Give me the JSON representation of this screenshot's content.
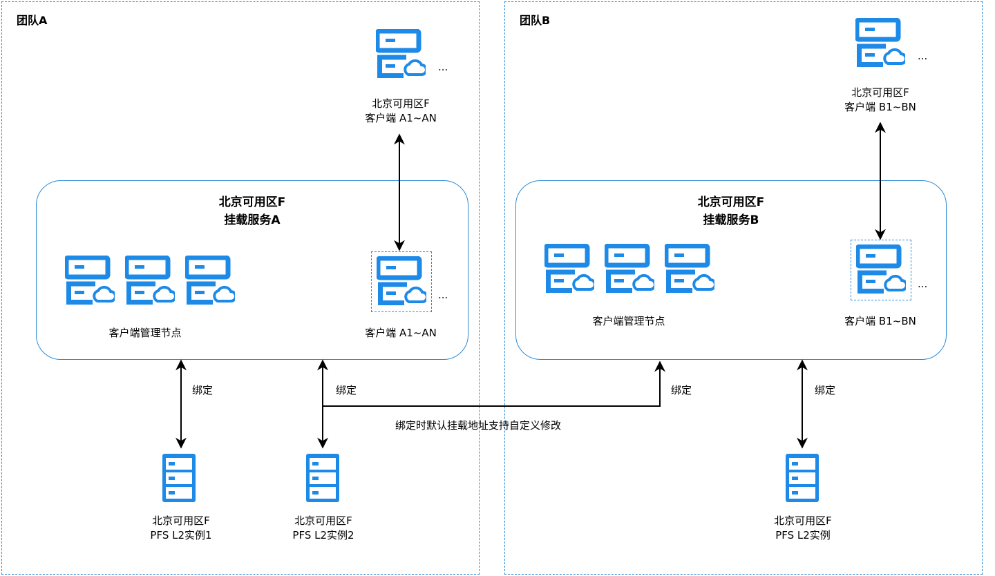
{
  "colors": {
    "accent": "#1e8ae8",
    "border": "#2b8bd6",
    "line": "#000000"
  },
  "teams": [
    {
      "title": "团队A",
      "top_client": {
        "lines": [
          "北京可用区F",
          "客户端 A1~AN"
        ],
        "ellipsis": "..."
      },
      "service": {
        "title_lines": [
          "北京可用区F",
          "挂载服务A"
        ],
        "manager_label": "客户端管理节点",
        "client_label": "客户端 A1~AN",
        "ellipsis": "..."
      },
      "bind_labels": [
        "绑定",
        "绑定"
      ],
      "storage": [
        {
          "lines": [
            "北京可用区F",
            "PFS L2实例1"
          ]
        },
        {
          "lines": [
            "北京可用区F",
            "PFS L2实例2"
          ]
        }
      ]
    },
    {
      "title": "团队B",
      "top_client": {
        "lines": [
          "北京可用区F",
          "客户端 B1~BN"
        ],
        "ellipsis": "..."
      },
      "service": {
        "title_lines": [
          "北京可用区F",
          "挂载服务B"
        ],
        "manager_label": "客户端管理节点",
        "client_label": "客户端 B1~BN",
        "ellipsis": "..."
      },
      "bind_labels": [
        "绑定",
        "绑定"
      ],
      "storage": [
        {
          "lines": [
            "北京可用区F",
            "PFS L2实例"
          ]
        }
      ]
    }
  ],
  "cross_note": "绑定时默认挂载地址支持自定义修改"
}
